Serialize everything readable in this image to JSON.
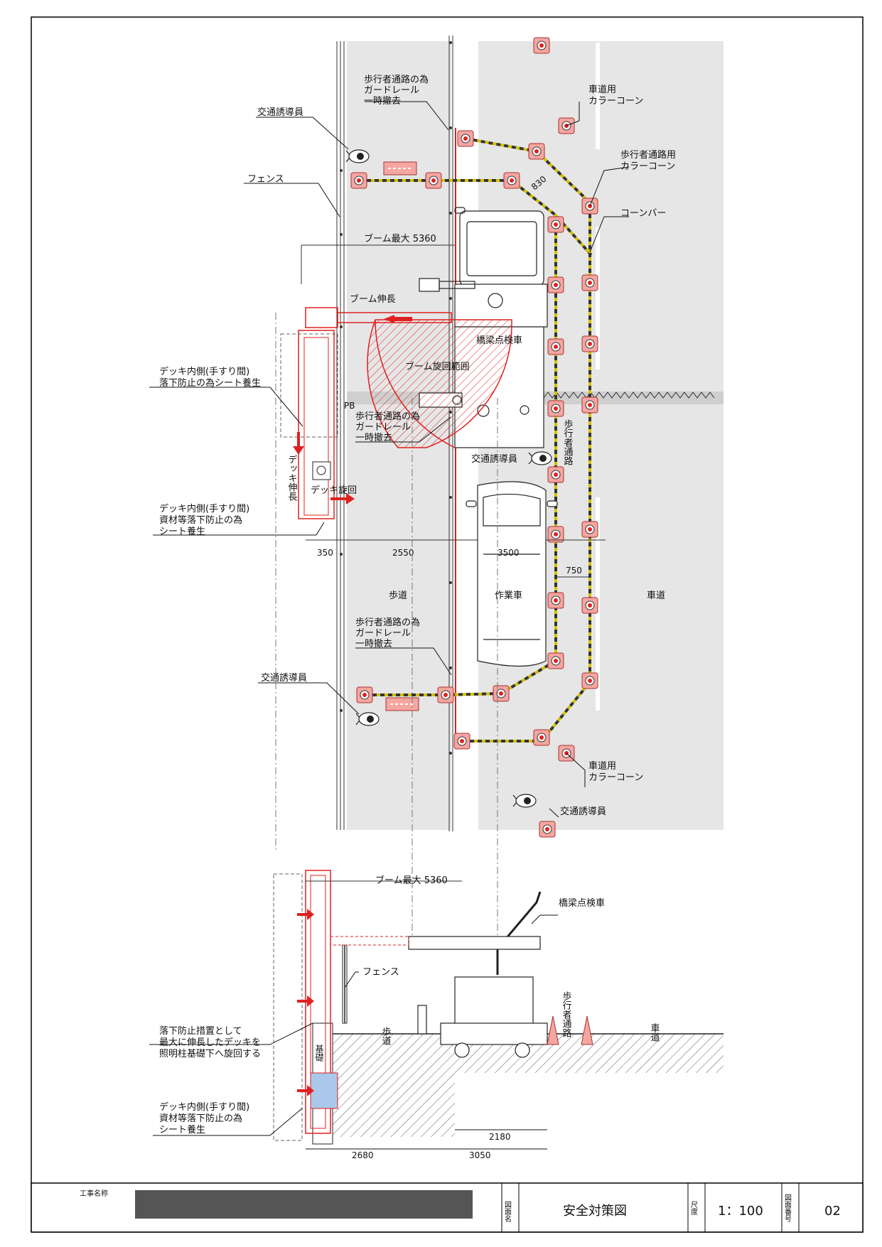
{
  "labels": {
    "guardrail_top": [
      "歩行者通路の為",
      "ガードレール",
      "一時撤去"
    ],
    "traffic_guide": "交通誘導員",
    "fence": "フェンス",
    "road_cone": [
      "車道用",
      "カラーコーン"
    ],
    "ped_cone": [
      "歩行者通路用",
      "カラーコーン"
    ],
    "cone_bar": "コーンバー",
    "boom_max": "ブーム最大 5360",
    "boom_extend": "ブーム伸長",
    "bridge_truck": "橋梁点検車",
    "boom_range": "ブーム旋回範囲",
    "deck_sheet_top": [
      "デッキ内側(手すり間)",
      "落下防止の為シート養生"
    ],
    "guardrail_mid": [
      "歩行者通路の為",
      "ガードレール",
      "一時撤去"
    ],
    "ped_path": "歩行者通路",
    "deck_extend": "デッキ伸長",
    "deck_rotate": "デッキ旋回",
    "deck_sheet_mid": [
      "デッキ内側(手すり間)",
      "資材等落下防止の為",
      "シート養生"
    ],
    "dims_plan": [
      "350",
      "2550",
      "3500"
    ],
    "dim_750": "750",
    "dim_830": "830",
    "sidewalk": "歩道",
    "work_vehicle": "作業車",
    "roadway": "車道",
    "guardrail_bottom": [
      "歩行者通路の為",
      "ガードレール",
      "一時撤去"
    ],
    "pb": "PB"
  },
  "section": {
    "boom_max": "ブーム最大 5360",
    "bridge_truck": "橋梁点検車",
    "fence": "フェンス",
    "fall_note": [
      "落下防止措置として",
      "最大に伸長したデッキを",
      "照明柱基礎下へ旋回する"
    ],
    "deck_sheet": [
      "デッキ内側(手すり間)",
      "資材等落下防止の為",
      "シート養生"
    ],
    "foundation": "基礎",
    "sidewalk": "歩道",
    "ped_path": "歩行者通路",
    "roadway": "車道",
    "dims": [
      "2180",
      "2680",
      "3050"
    ]
  },
  "title_block": {
    "project_label": "工事名称",
    "drawing_name_label": "図面名",
    "drawing_name": "安全対策図",
    "scale_label": "尺度",
    "scale": "1：100",
    "number_label": "図面番号",
    "number": "02"
  },
  "colors": {
    "road": "#e6e6e6",
    "red": "#e02020",
    "hatch_red": "#f08080",
    "cone_fill": "#f4a6a0",
    "deck_blue": "#a9c8ea",
    "redacted": "#555555"
  }
}
